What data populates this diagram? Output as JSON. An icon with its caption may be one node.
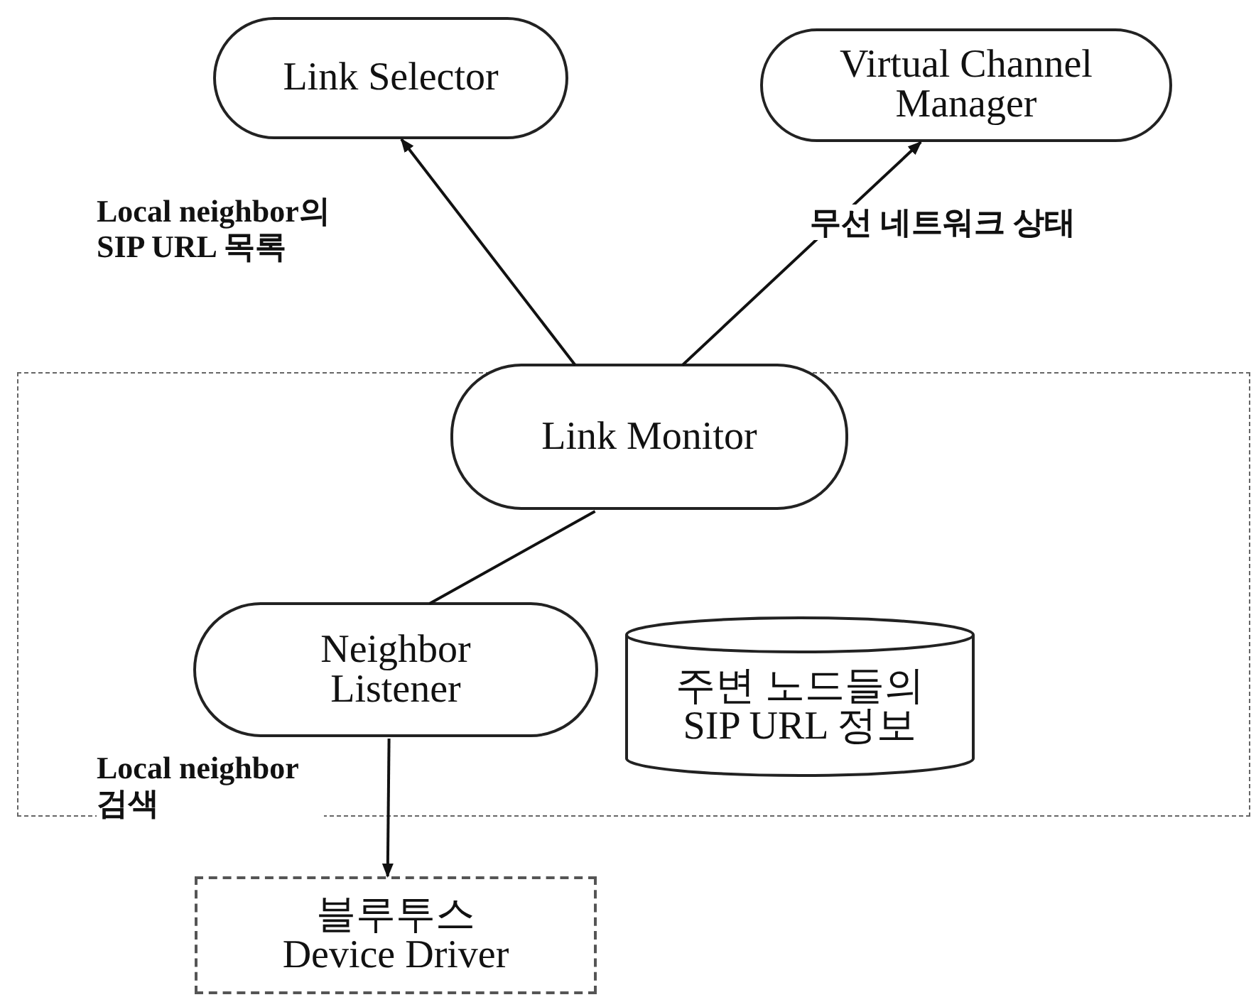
{
  "diagram": {
    "nodes": [
      {
        "text": [
          "Link Selector"
        ]
      },
      {
        "text": [
          "Virtual Channel Manager"
        ]
      },
      {
        "text": [],
        "shape": "box"
      },
      {
        "text": [
          "Link Monitor"
        ],
        "in": 2
      },
      {
        "text": [
          "Neighbor Listener"
        ],
        "in": 2
      },
      {
        "text": [
          "주변 노드들의 SIP URL 정보"
        ],
        "in": 2
      },
      {
        "text": [
          "블루투스 Device Driver"
        ]
      }
    ],
    "edges": [
      {
        "from": 3,
        "to": 0,
        "arrow": "to",
        "label": "Local neighbor의 SIP URL 목록"
      },
      {
        "from": 3,
        "to": 1,
        "arrow": "to",
        "label": "무선 네트워크 상태"
      },
      {
        "from": 4,
        "to": 3,
        "arrow": "none"
      },
      {
        "from": 4,
        "to": 6,
        "arrow": "to",
        "label": "Local neighbor 검색"
      }
    ]
  }
}
